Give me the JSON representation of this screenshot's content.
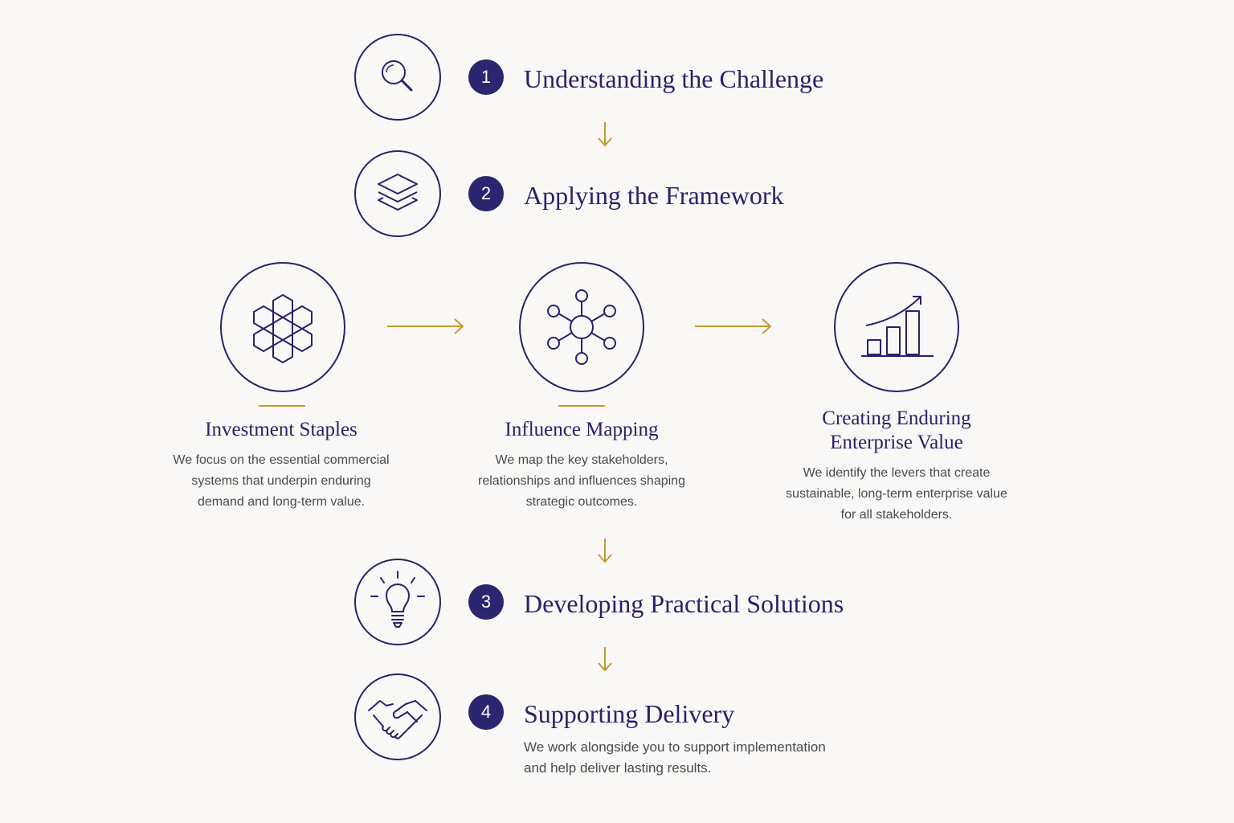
{
  "steps": [
    {
      "number": "1",
      "title": "Understanding the Challenge",
      "icon": "magnifier-icon"
    },
    {
      "number": "2",
      "title": "Applying the Framework",
      "icon": "layers-icon"
    },
    {
      "number": "3",
      "title": "Developing Practical Solutions",
      "icon": "lightbulb-icon"
    },
    {
      "number": "4",
      "title": "Supporting Delivery",
      "icon": "handshake-icon",
      "description_line1": "We work alongside you to support implementation",
      "description_line2": "and help deliver lasting results."
    }
  ],
  "framework": [
    {
      "title_line1": "Investment Staples",
      "title_line2": "",
      "desc_line1": "We focus on the essential commercial",
      "desc_line2": "systems that underpin enduring",
      "desc_line3": "demand and long-term value.",
      "icon": "hexagon-cluster-icon"
    },
    {
      "title_line1": "Influence Mapping",
      "title_line2": "",
      "desc_line1": "We map the key stakeholders,",
      "desc_line2": "relationships and influences shaping",
      "desc_line3": "strategic outcomes.",
      "icon": "network-icon"
    },
    {
      "title_line1": "Creating Enduring",
      "title_line2": "Enterprise Value",
      "desc_line1": "We identify the levers that create",
      "desc_line2": "sustainable, long-term enterprise value",
      "desc_line3": "for all stakeholders.",
      "icon": "growth-chart-icon"
    }
  ],
  "colors": {
    "navy": "#27226b",
    "gold": "#c39a2e",
    "background": "#f9f8f6"
  }
}
